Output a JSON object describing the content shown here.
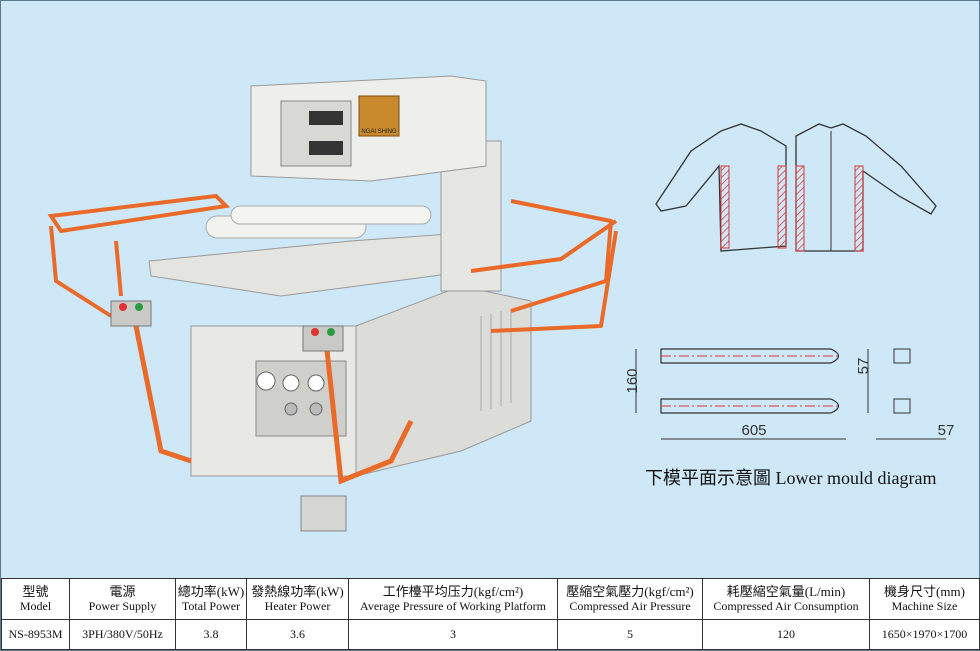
{
  "colors": {
    "background": "#cfe8f7",
    "machine_body": "#e6e6e3",
    "rail": "#ea6a2a",
    "hatch": "#d9383a",
    "line": "#333333"
  },
  "caption": "下模平面示意圖 Lower mould diagram",
  "mould_diagram": {
    "width_label": "160",
    "length_label": "605",
    "height_label": "57",
    "side_label": "57"
  },
  "brand_plate": "NGAI SHING",
  "table": {
    "headers": [
      {
        "zh": "型號",
        "en": "Model"
      },
      {
        "zh": "電源",
        "en": "Power Supply"
      },
      {
        "zh": "總功率(kW)",
        "en": "Total Power"
      },
      {
        "zh": "發熱線功率(kW)",
        "en": "Heater Power"
      },
      {
        "zh": "工作檯平均压力(kgf/cm²)",
        "en": "Average Pressure of Working Platform"
      },
      {
        "zh": "壓縮空氣壓力(kgf/cm²)",
        "en": "Compressed Air Pressure"
      },
      {
        "zh": "耗壓縮空氣量(L/min)",
        "en": "Compressed Air Consumption"
      },
      {
        "zh": "機身尺寸(mm)",
        "en": "Machine Size"
      }
    ],
    "row": [
      "NS-8953M",
      "3PH/380V/50Hz",
      "3.8",
      "3.6",
      "3",
      "5",
      "120",
      "1650×1970×1700"
    ]
  }
}
